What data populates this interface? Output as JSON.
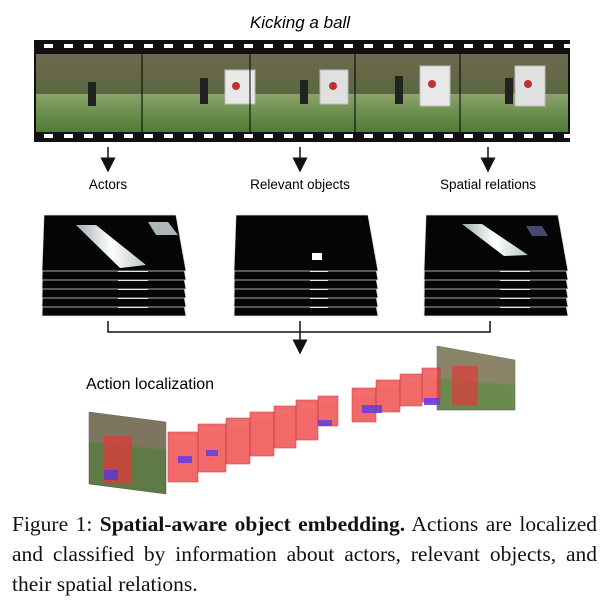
{
  "figure": {
    "title": "Kicking a ball",
    "stream_labels": [
      "Actors",
      "Relevant objects",
      "Spatial relations"
    ],
    "output_label": "Action localization"
  },
  "caption": {
    "label": "Figure 1:",
    "bold": "Spatial-aware object embedding.",
    "text": "Actions are localized and classified by information about actors, relevant objects, and their spatial relations."
  }
}
